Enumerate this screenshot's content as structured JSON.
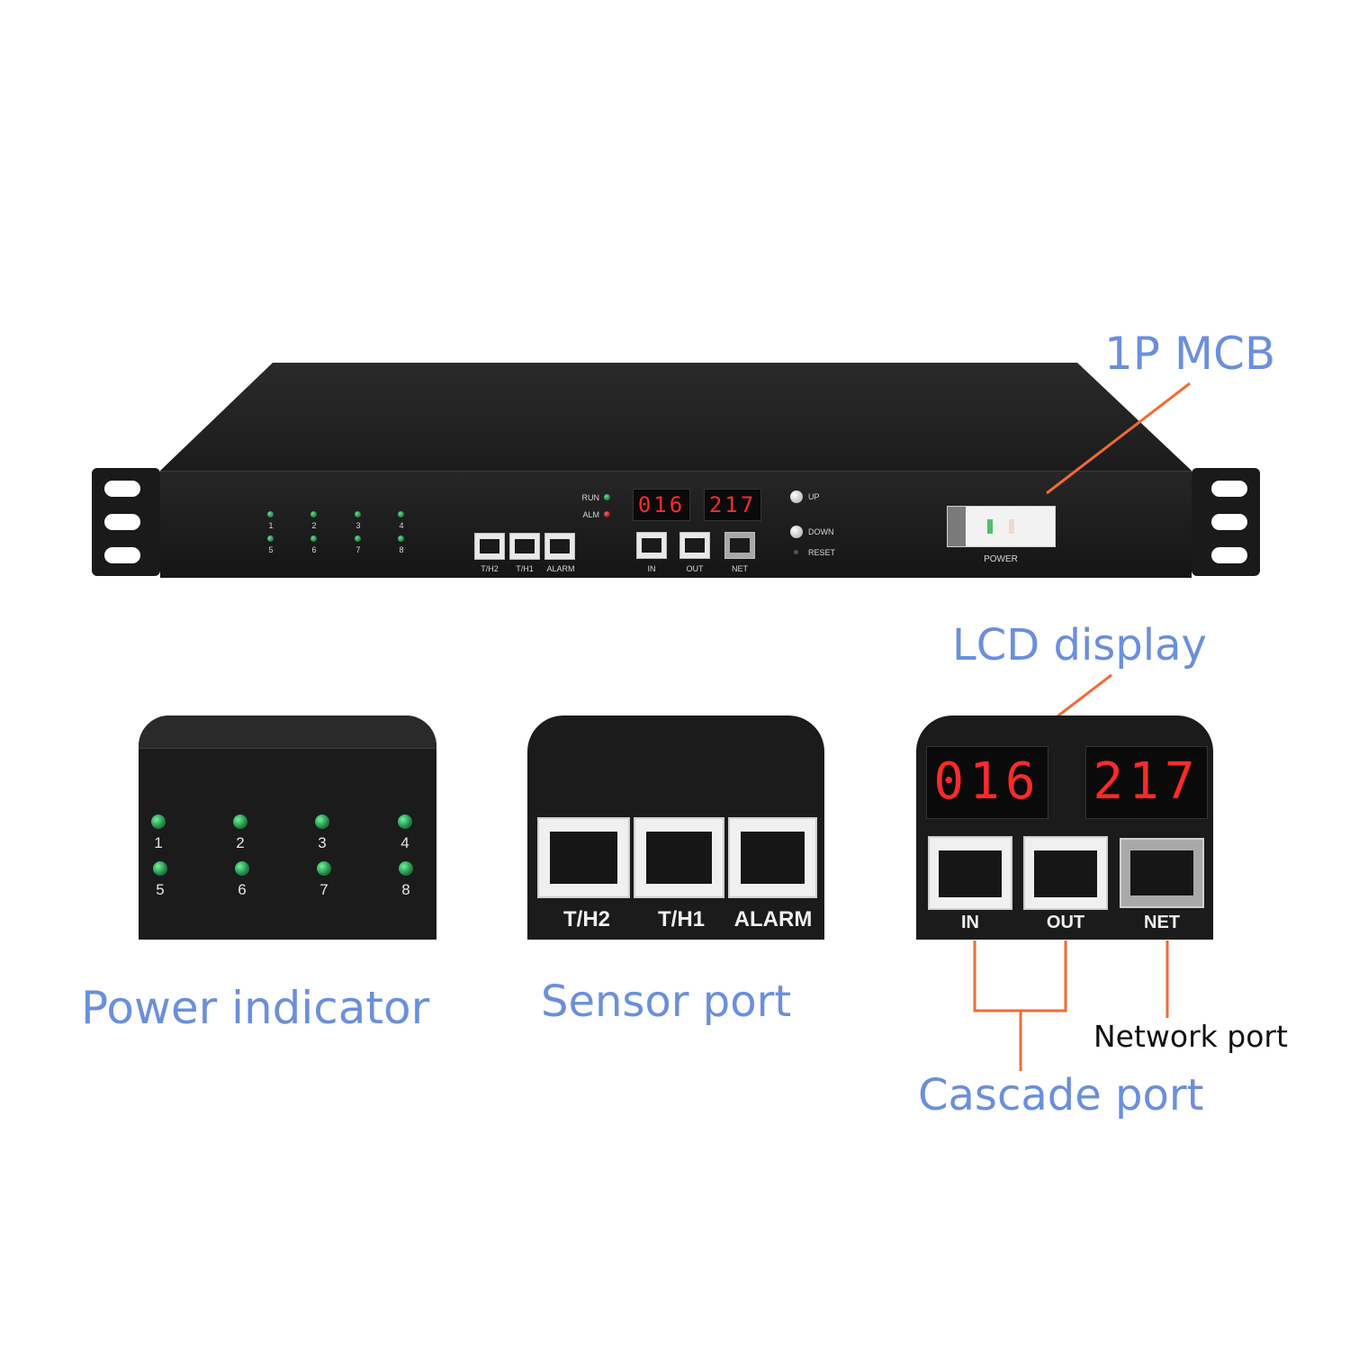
{
  "callouts": {
    "mcb": "1P MCB",
    "lcd": "LCD display",
    "power_indicator": "Power indicator",
    "sensor_port": "Sensor port",
    "network_port": "Network port",
    "cascade_port": "Cascade port"
  },
  "unit": {
    "outlet_numbers": [
      "1",
      "2",
      "3",
      "4",
      "5",
      "6",
      "7",
      "8"
    ],
    "run_label": "RUN",
    "alm_label": "ALM",
    "display_left": "016",
    "display_right": "217",
    "up_label": "UP",
    "down_label": "DOWN",
    "reset_label": "RESET",
    "power_label": "POWER",
    "sensor_ports": [
      "T/H2",
      "T/H1",
      "ALARM"
    ],
    "net_ports": [
      "IN",
      "OUT",
      "NET"
    ]
  },
  "colors": {
    "callout_text": "#6b8fdc",
    "leader_line": "#f26a35",
    "led_green": "#2fbf63",
    "led_red": "#d21a1a",
    "display_red": "#ff2a2a"
  }
}
